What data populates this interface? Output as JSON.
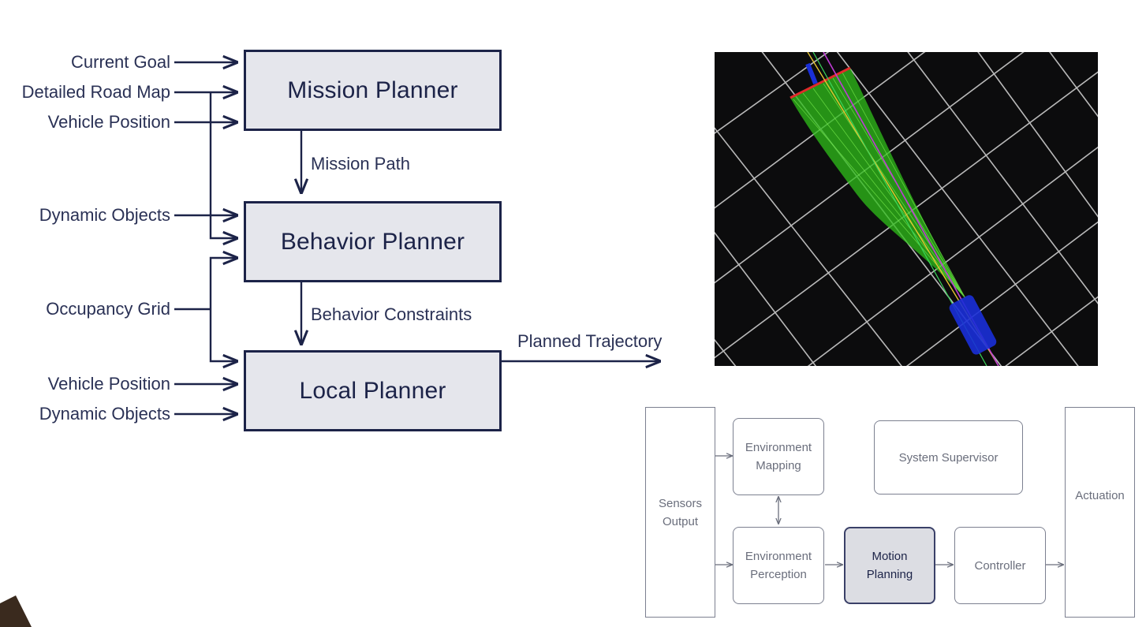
{
  "planner_diagram": {
    "boxes": {
      "mission": "Mission Planner",
      "behavior": "Behavior Planner",
      "local": "Local Planner"
    },
    "inputs": {
      "current_goal": "Current Goal",
      "detailed_road_map": "Detailed Road Map",
      "vehicle_position_1": "Vehicle Position",
      "dynamic_objects_1": "Dynamic Objects",
      "occupancy_grid": "Occupancy Grid",
      "vehicle_position_2": "Vehicle Position",
      "dynamic_objects_2": "Dynamic Objects"
    },
    "edges": {
      "mission_path": "Mission Path",
      "behavior_constraints": "Behavior Constraints",
      "planned_trajectory": "Planned Trajectory"
    },
    "color": "#1c2348"
  },
  "architecture": {
    "sensors": "Sensors\nOutput",
    "env_mapping": "Environment\nMapping",
    "supervisor": "System Supervisor",
    "actuation": "Actuation",
    "env_perception": "Environment\nPerception",
    "motion_planning": "Motion\nPlanning",
    "controller": "Controller",
    "highlight": "Motion\nPlanning"
  },
  "visualization": {
    "background": "#0c0c0d",
    "grid_color": "#d8d8d8",
    "path_fan_color": "#39d61f",
    "vehicle_color": "#1a2fd8"
  }
}
